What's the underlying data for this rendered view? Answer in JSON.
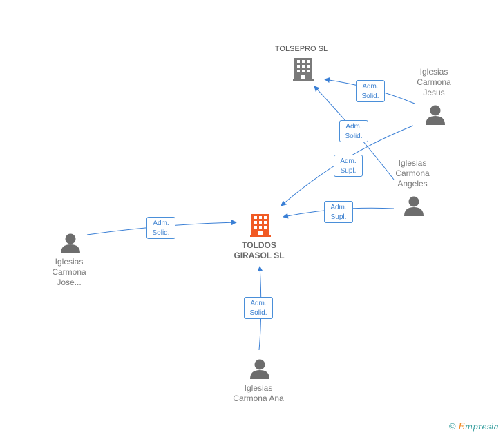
{
  "nodes": {
    "main": {
      "line1": "TOLDOS",
      "line2": "GIRASOL SL"
    },
    "tolsepro": {
      "label": "TOLSEPRO SL"
    },
    "jesus": {
      "line1": "Iglesias",
      "line2": "Carmona",
      "line3": "Jesus"
    },
    "angeles": {
      "line1": "Iglesias",
      "line2": "Carmona",
      "line3": "Angeles"
    },
    "jose": {
      "line1": "Iglesias",
      "line2": "Carmona",
      "line3": "Jose..."
    },
    "ana": {
      "line1": "Iglesias",
      "line2": "Carmona Ana"
    }
  },
  "edges": {
    "jesus_tolsepro": {
      "l1": "Adm.",
      "l2": "Solid."
    },
    "angeles_tolsepro": {
      "l1": "Adm.",
      "l2": "Solid."
    },
    "jesus_main": {
      "l1": "Adm.",
      "l2": "Supl."
    },
    "angeles_main": {
      "l1": "Adm.",
      "l2": "Supl."
    },
    "jose_main": {
      "l1": "Adm.",
      "l2": "Solid."
    },
    "ana_main": {
      "l1": "Adm.",
      "l2": "Solid."
    }
  },
  "footer": {
    "copyright": "©",
    "brand_e": "E",
    "brand_rest": "mpresia"
  },
  "colors": {
    "edge": "#3a7fd5",
    "person": "#6d6d6d",
    "company_main": "#f15a24",
    "company": "#7a7a7a"
  }
}
